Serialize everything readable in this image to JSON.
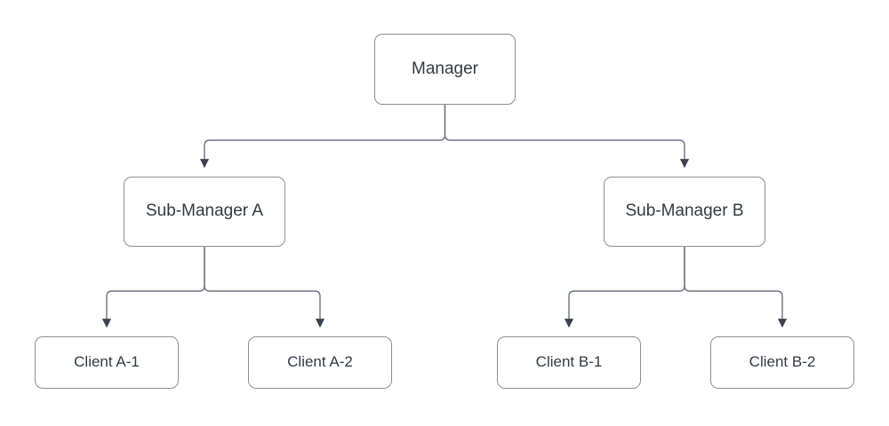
{
  "diagram": {
    "type": "org-chart",
    "title": "Manager hierarchy org chart",
    "orientation": "top-down",
    "colors": {
      "background": "#ffffff",
      "node_fill": "#ffffff",
      "node_stroke": "#8a8f98",
      "node_text": "#323a45",
      "edge_stroke": "#6b7280",
      "arrowhead_fill": "#3b4252"
    },
    "nodes": [
      {
        "id": "manager",
        "label": "Manager",
        "level": 0
      },
      {
        "id": "sub_a",
        "label": "Sub-Manager A",
        "level": 1
      },
      {
        "id": "sub_b",
        "label": "Sub-Manager B",
        "level": 1
      },
      {
        "id": "client_a1",
        "label": "Client A-1",
        "level": 2
      },
      {
        "id": "client_a2",
        "label": "Client A-2",
        "level": 2
      },
      {
        "id": "client_b1",
        "label": "Client B-1",
        "level": 2
      },
      {
        "id": "client_b2",
        "label": "Client B-2",
        "level": 2
      }
    ],
    "edges": [
      {
        "from": "manager",
        "to": "sub_a",
        "arrow": "to"
      },
      {
        "from": "manager",
        "to": "sub_b",
        "arrow": "to"
      },
      {
        "from": "sub_a",
        "to": "client_a1",
        "arrow": "to"
      },
      {
        "from": "sub_a",
        "to": "client_a2",
        "arrow": "to"
      },
      {
        "from": "sub_b",
        "to": "client_b1",
        "arrow": "to"
      },
      {
        "from": "sub_b",
        "to": "client_b2",
        "arrow": "to"
      }
    ]
  }
}
